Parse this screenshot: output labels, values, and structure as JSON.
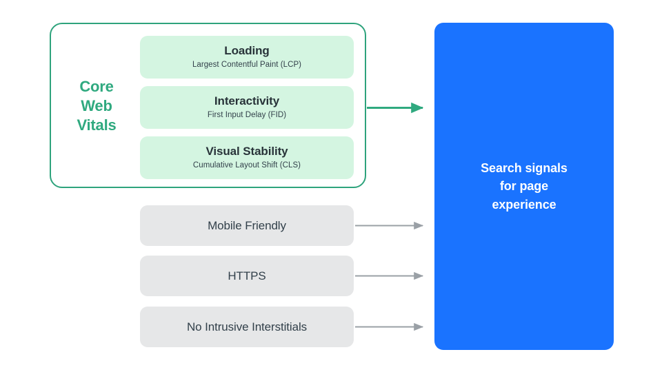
{
  "diagram": {
    "title": "Search signals for page experience",
    "colors": {
      "green_accent": "#2fa97f",
      "green_border": "#2ea37c",
      "mint_fill": "#d4f5e1",
      "gray_fill": "#e6e7e8",
      "blue_fill": "#1a73ff",
      "arrow_gray": "#9aa0a6",
      "text_dark": "#32404a",
      "text_white": "#ffffff",
      "background": "#ffffff"
    }
  },
  "core_web_vitals": {
    "group_label": "Core Web Vitals",
    "group_label_lines": [
      "Core",
      "Web",
      "Vitals"
    ],
    "items": [
      {
        "title": "Loading",
        "subtitle": "Largest Contentful Paint (LCP)",
        "abbr": "LCP"
      },
      {
        "title": "Interactivity",
        "subtitle": "First Input Delay (FID)",
        "abbr": "FID"
      },
      {
        "title": "Visual Stability",
        "subtitle": "Cumulative Layout Shift (CLS)",
        "abbr": "CLS"
      }
    ]
  },
  "other_signals": [
    {
      "label": "Mobile Friendly"
    },
    {
      "label": "HTTPS"
    },
    {
      "label": "No Intrusive Interstitials"
    }
  ],
  "destination": {
    "text": "Search signals\nfor page\nexperience"
  },
  "arrows": [
    {
      "name": "core-web-vitals-arrow",
      "color": "#2fa97f"
    },
    {
      "name": "mobile-friendly-arrow",
      "color": "#9aa0a6"
    },
    {
      "name": "https-arrow",
      "color": "#9aa0a6"
    },
    {
      "name": "no-intrusive-interstitials-arrow",
      "color": "#9aa0a6"
    }
  ]
}
